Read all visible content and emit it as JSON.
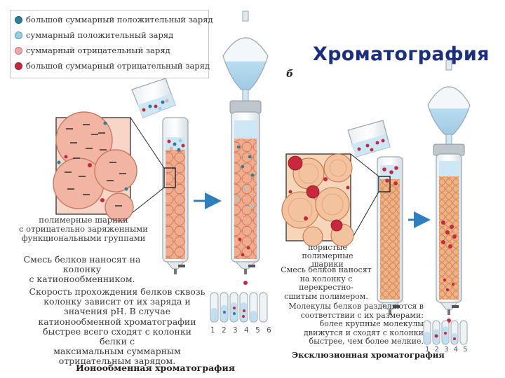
{
  "title": "Хроматография",
  "panel_label": "б",
  "legend": [
    {
      "label": "большой суммарный положительный заряд",
      "color": "#2a7f99"
    },
    {
      "label": "суммарный положительный заряд",
      "color": "#8fd0e6"
    },
    {
      "label": "суммарный отрицательный заряд",
      "color": "#f2a6a6"
    },
    {
      "label": "большой суммарный отрицательный заряд",
      "color": "#c8283c"
    }
  ],
  "ion_exchange": {
    "beads_caption": [
      "полимерные шарики",
      "с отрицательно заряженными",
      "функциональными группами"
    ],
    "loading_caption": [
      "Смесь белков наносят на колонку",
      "с катионообменником."
    ],
    "explanation": [
      "Скорость прохождения белков сквозь",
      "колонку зависит от их заряда и",
      "значения pH. В случае",
      "катионообменной хроматографии",
      "быстрее всего сходят с колонки белки с",
      "максимальным суммарным",
      "отрицательным зарядом."
    ],
    "tube_numbers": "1 2 3 4 5 6",
    "section_title": "Ионообменная хроматография"
  },
  "exclusion": {
    "beads_caption": [
      "пористые полимерные",
      "шарики"
    ],
    "loading_caption": [
      "Смесь белков наносят",
      "на колонку с перекрестно-",
      "сшитым полимером."
    ],
    "explanation": [
      "Молекулы белков разделяются в",
      "соответствии с их размерами:",
      "более крупные молекулы",
      "движутся и сходят с колонки",
      "быстрее, чем более мелкие."
    ],
    "tube_numbers": "1 2 3 4 5",
    "section_title": "Эксклюзионная хроматография"
  },
  "colors": {
    "title": "#1b2f7f",
    "arrow": "#2f7fc0",
    "bead": "#f1b49a",
    "buffer": "#bfe0f2"
  }
}
